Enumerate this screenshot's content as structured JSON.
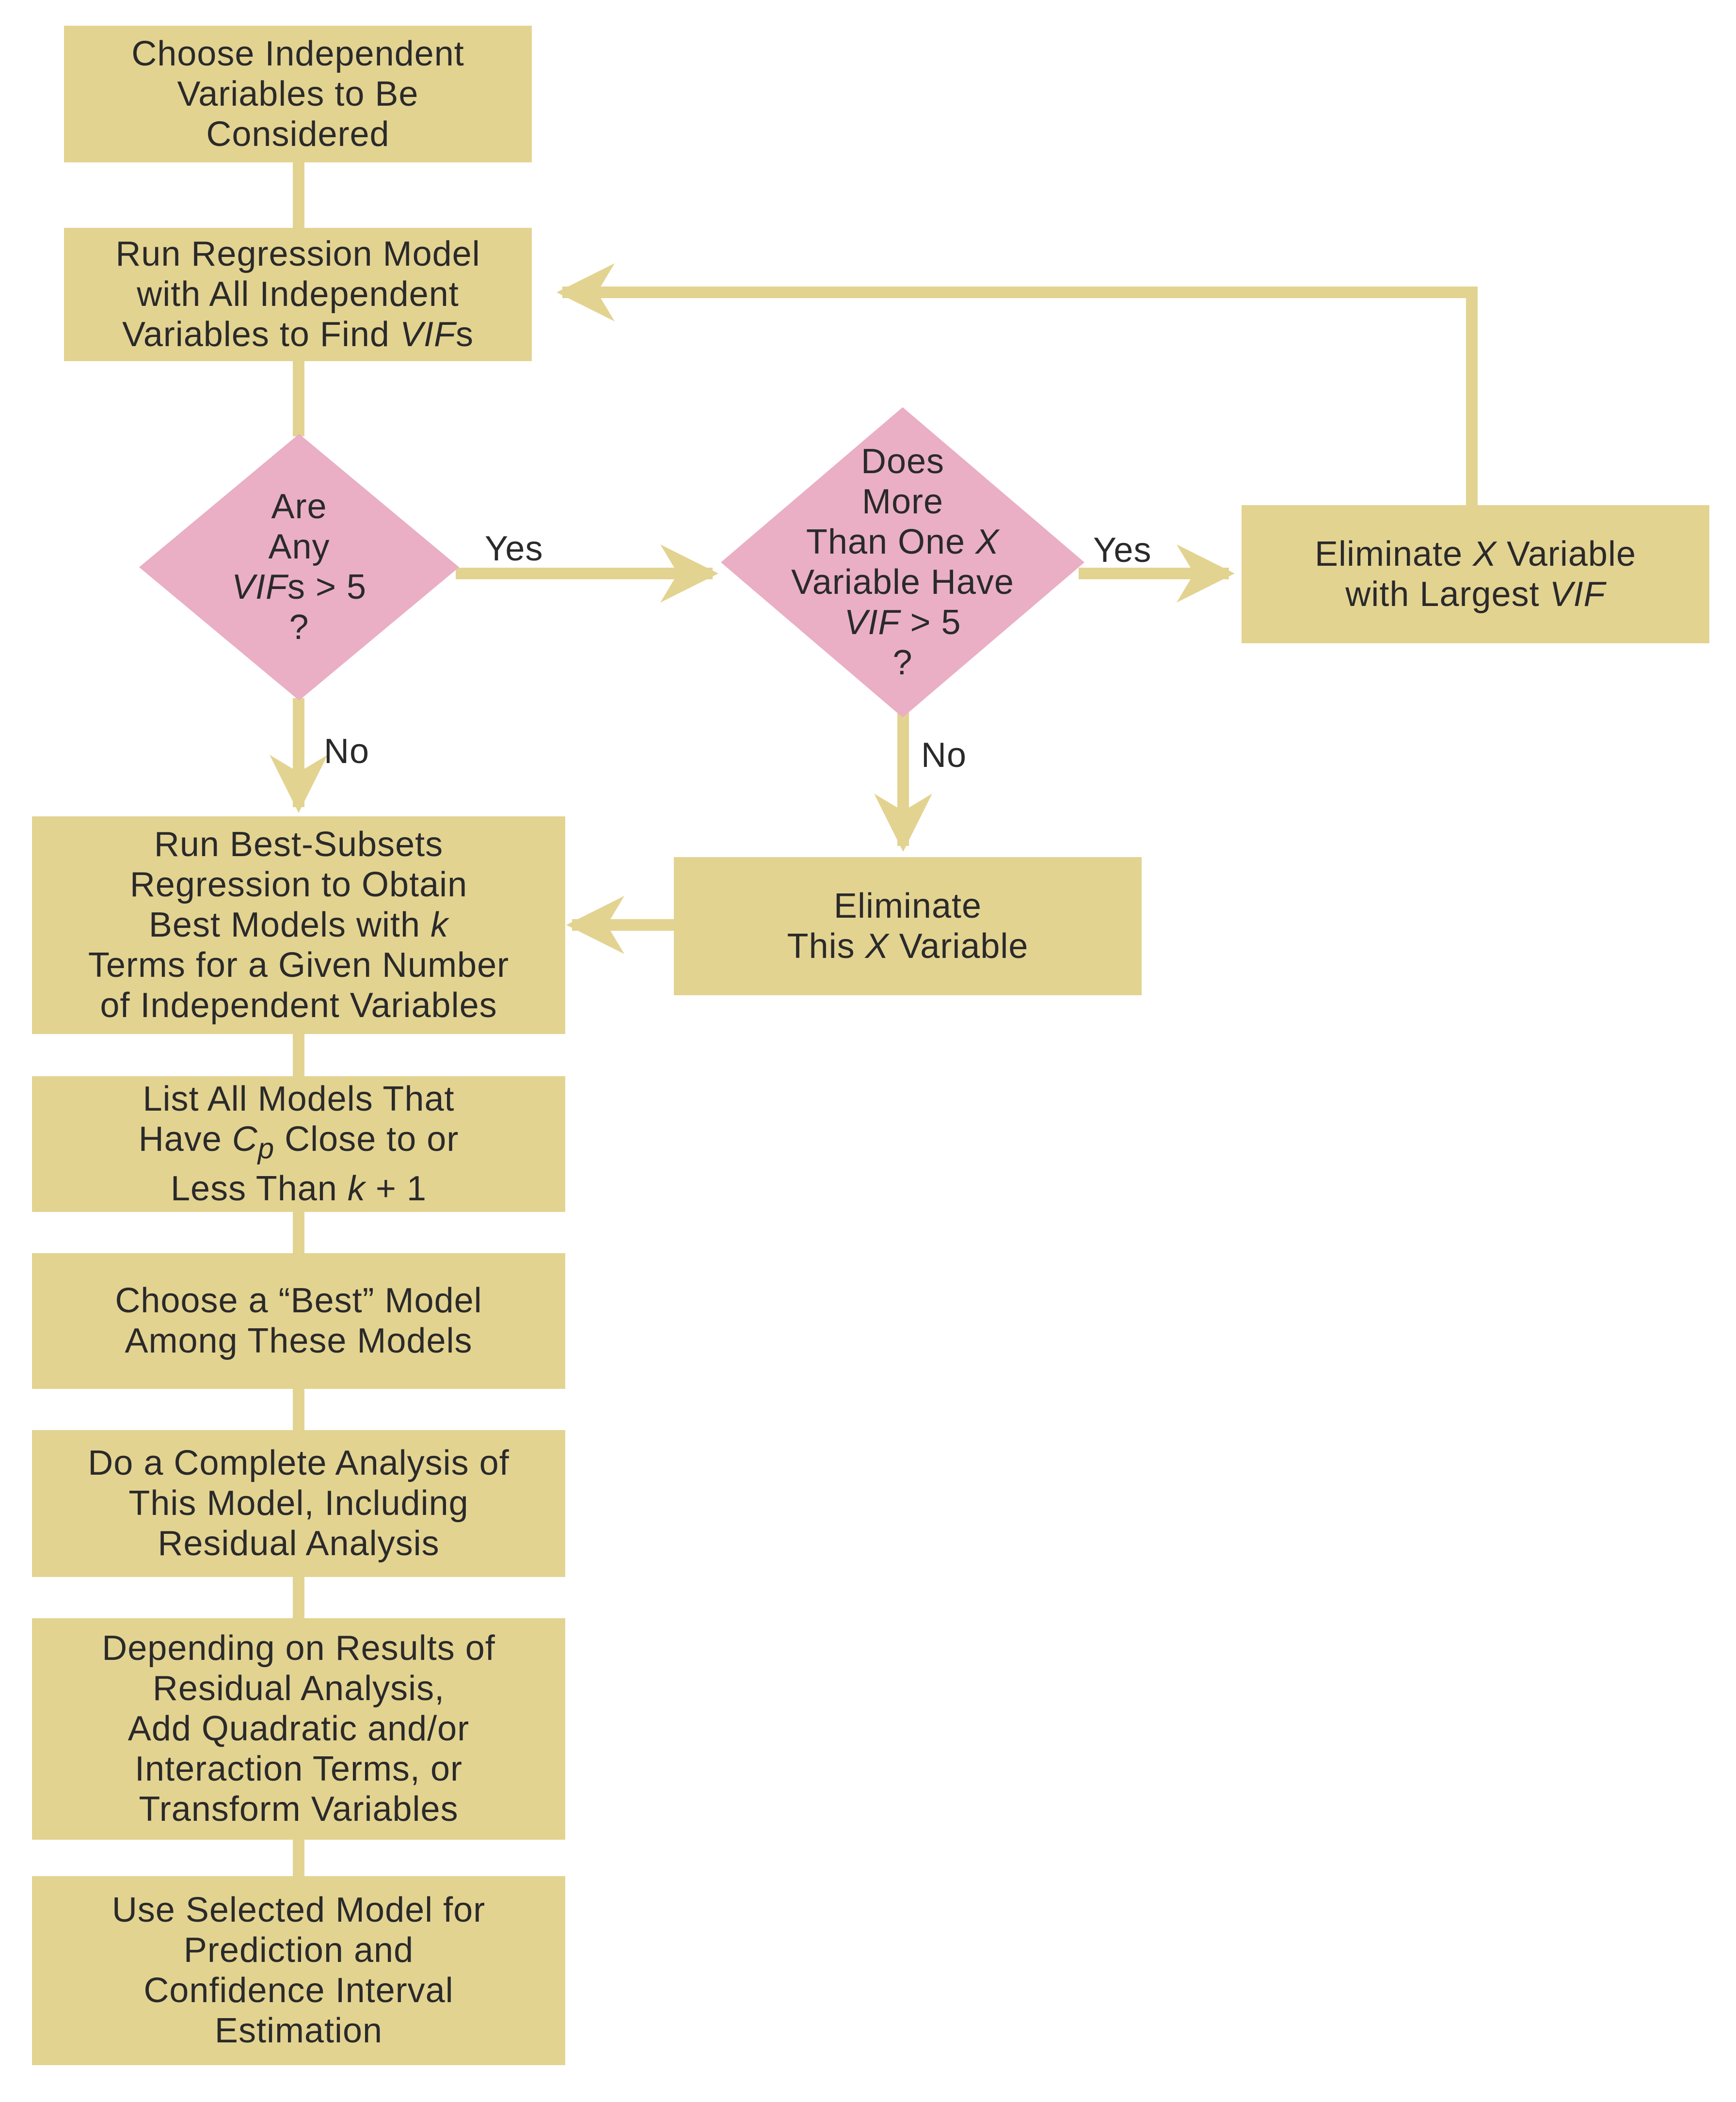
{
  "colors": {
    "box_fill": "#e3d391",
    "diamond_fill": "#eaafc4",
    "connector": "#e3d391",
    "text": "#2a2a2a"
  },
  "steps": {
    "choose_vars": {
      "lines": [
        "Choose Independent",
        "Variables to Be",
        "Considered"
      ]
    },
    "run_regression": {
      "l1": "Run Regression Model",
      "l2": "with All Independent",
      "l3_a": "Variables to Find ",
      "l3_em": "VIF",
      "l3_b": "s"
    },
    "eliminate_largest": {
      "l1_a": "Eliminate ",
      "l1_em": "X",
      "l1_b": " Variable",
      "l2_a": "with Largest ",
      "l2_em": "VIF"
    },
    "eliminate_this": {
      "l1": "Eliminate",
      "l2_a": "This ",
      "l2_em": "X",
      "l2_b": " Variable"
    },
    "best_subsets": {
      "l1": "Run Best-Subsets",
      "l2": "Regression to Obtain",
      "l3_a": "Best Models with ",
      "l3_em": "k",
      "l4": "Terms for a Given Number",
      "l5": "of Independent Variables"
    },
    "list_models": {
      "l1": "List All Models That",
      "l2_a": "Have ",
      "l2_em": "C",
      "l2_sub": "p",
      "l2_b": " Close to or",
      "l3_a": "Less Than ",
      "l3_em": "k",
      "l3_b": " + 1"
    },
    "choose_best": {
      "lines": [
        "Choose a “Best” Model",
        "Among These Models"
      ]
    },
    "complete_analysis": {
      "lines": [
        "Do a Complete Analysis of",
        "This Model, Including",
        "Residual Analysis"
      ]
    },
    "depending": {
      "lines": [
        "Depending on Results of",
        "Residual Analysis,",
        "Add Quadratic and/or",
        "Interaction Terms, or",
        "Transform Variables"
      ]
    },
    "use_model": {
      "lines": [
        "Use Selected Model for",
        "Prediction and",
        "Confidence Interval",
        "Estimation"
      ]
    }
  },
  "decisions": {
    "any_vifs": {
      "l1": "Are",
      "l2": "Any",
      "l3_em": "VIF",
      "l3_b": "s > 5",
      "l4": "?"
    },
    "more_than_one": {
      "l1": "Does",
      "l2": "More",
      "l3_a": "Than One ",
      "l3_em": "X",
      "l4": "Variable Have",
      "l5_em": "VIF",
      "l5_b": " > 5",
      "l6": "?"
    }
  },
  "edge_labels": {
    "yes_1": "Yes",
    "yes_2": "Yes",
    "no_1": "No",
    "no_2": "No"
  }
}
